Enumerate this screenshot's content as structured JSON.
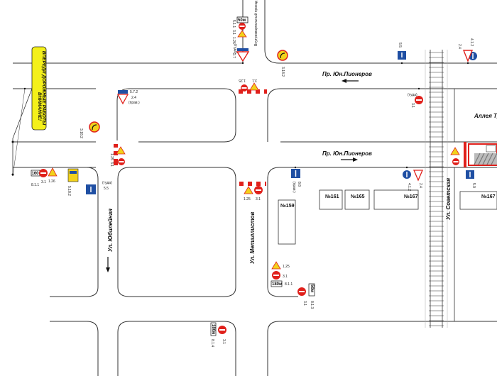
{
  "streets": {
    "pioneers_top": "Пр. Юн.Пионеров",
    "pioneers_mid": "Пр. Юн.Пионеров",
    "yubileynaya": "Ул. Юбилейная",
    "metallistov": "Ул. Металлистов",
    "sovetskaya": "Ул. Советская",
    "alley": "Аллея Тр",
    "inner_drive": "Внутриквартальный проезд"
  },
  "warning_board": {
    "line1": "ВНИМАНИЕ!",
    "line2": "ВПЕРЕДИ ДОРОЖНЫЕ РАБОТЫ"
  },
  "buildings": [
    "№161",
    "№165",
    "№167",
    "№159",
    "№167"
  ],
  "sign_codes": {
    "s511": "5.1.1",
    "s126": "1.26",
    "s31": "3.1",
    "s27": "2.7",
    "s24": "2.4",
    "tuda": "(туда)",
    "tuda_p": "(прав.)",
    "s5182": "5.18.2",
    "s55": "5.5",
    "s572": "5.7.2",
    "s3182": "3.18.2",
    "s125": "1.25",
    "s811": "8.1.1",
    "s813": "8.1.3",
    "s814": "8.1.4",
    "s88": "8.8",
    "s59": "5.9",
    "s412": "4.1.2",
    "dist160": "160м",
    "dist50": "50м",
    "dist180": "180м"
  },
  "colors": {
    "road_edge": "#333333",
    "sign_red": "#e0201b",
    "sign_blue": "#1f4fa3",
    "sign_yellow": "#f2d21b",
    "board_yellow": "#f4f01a"
  }
}
